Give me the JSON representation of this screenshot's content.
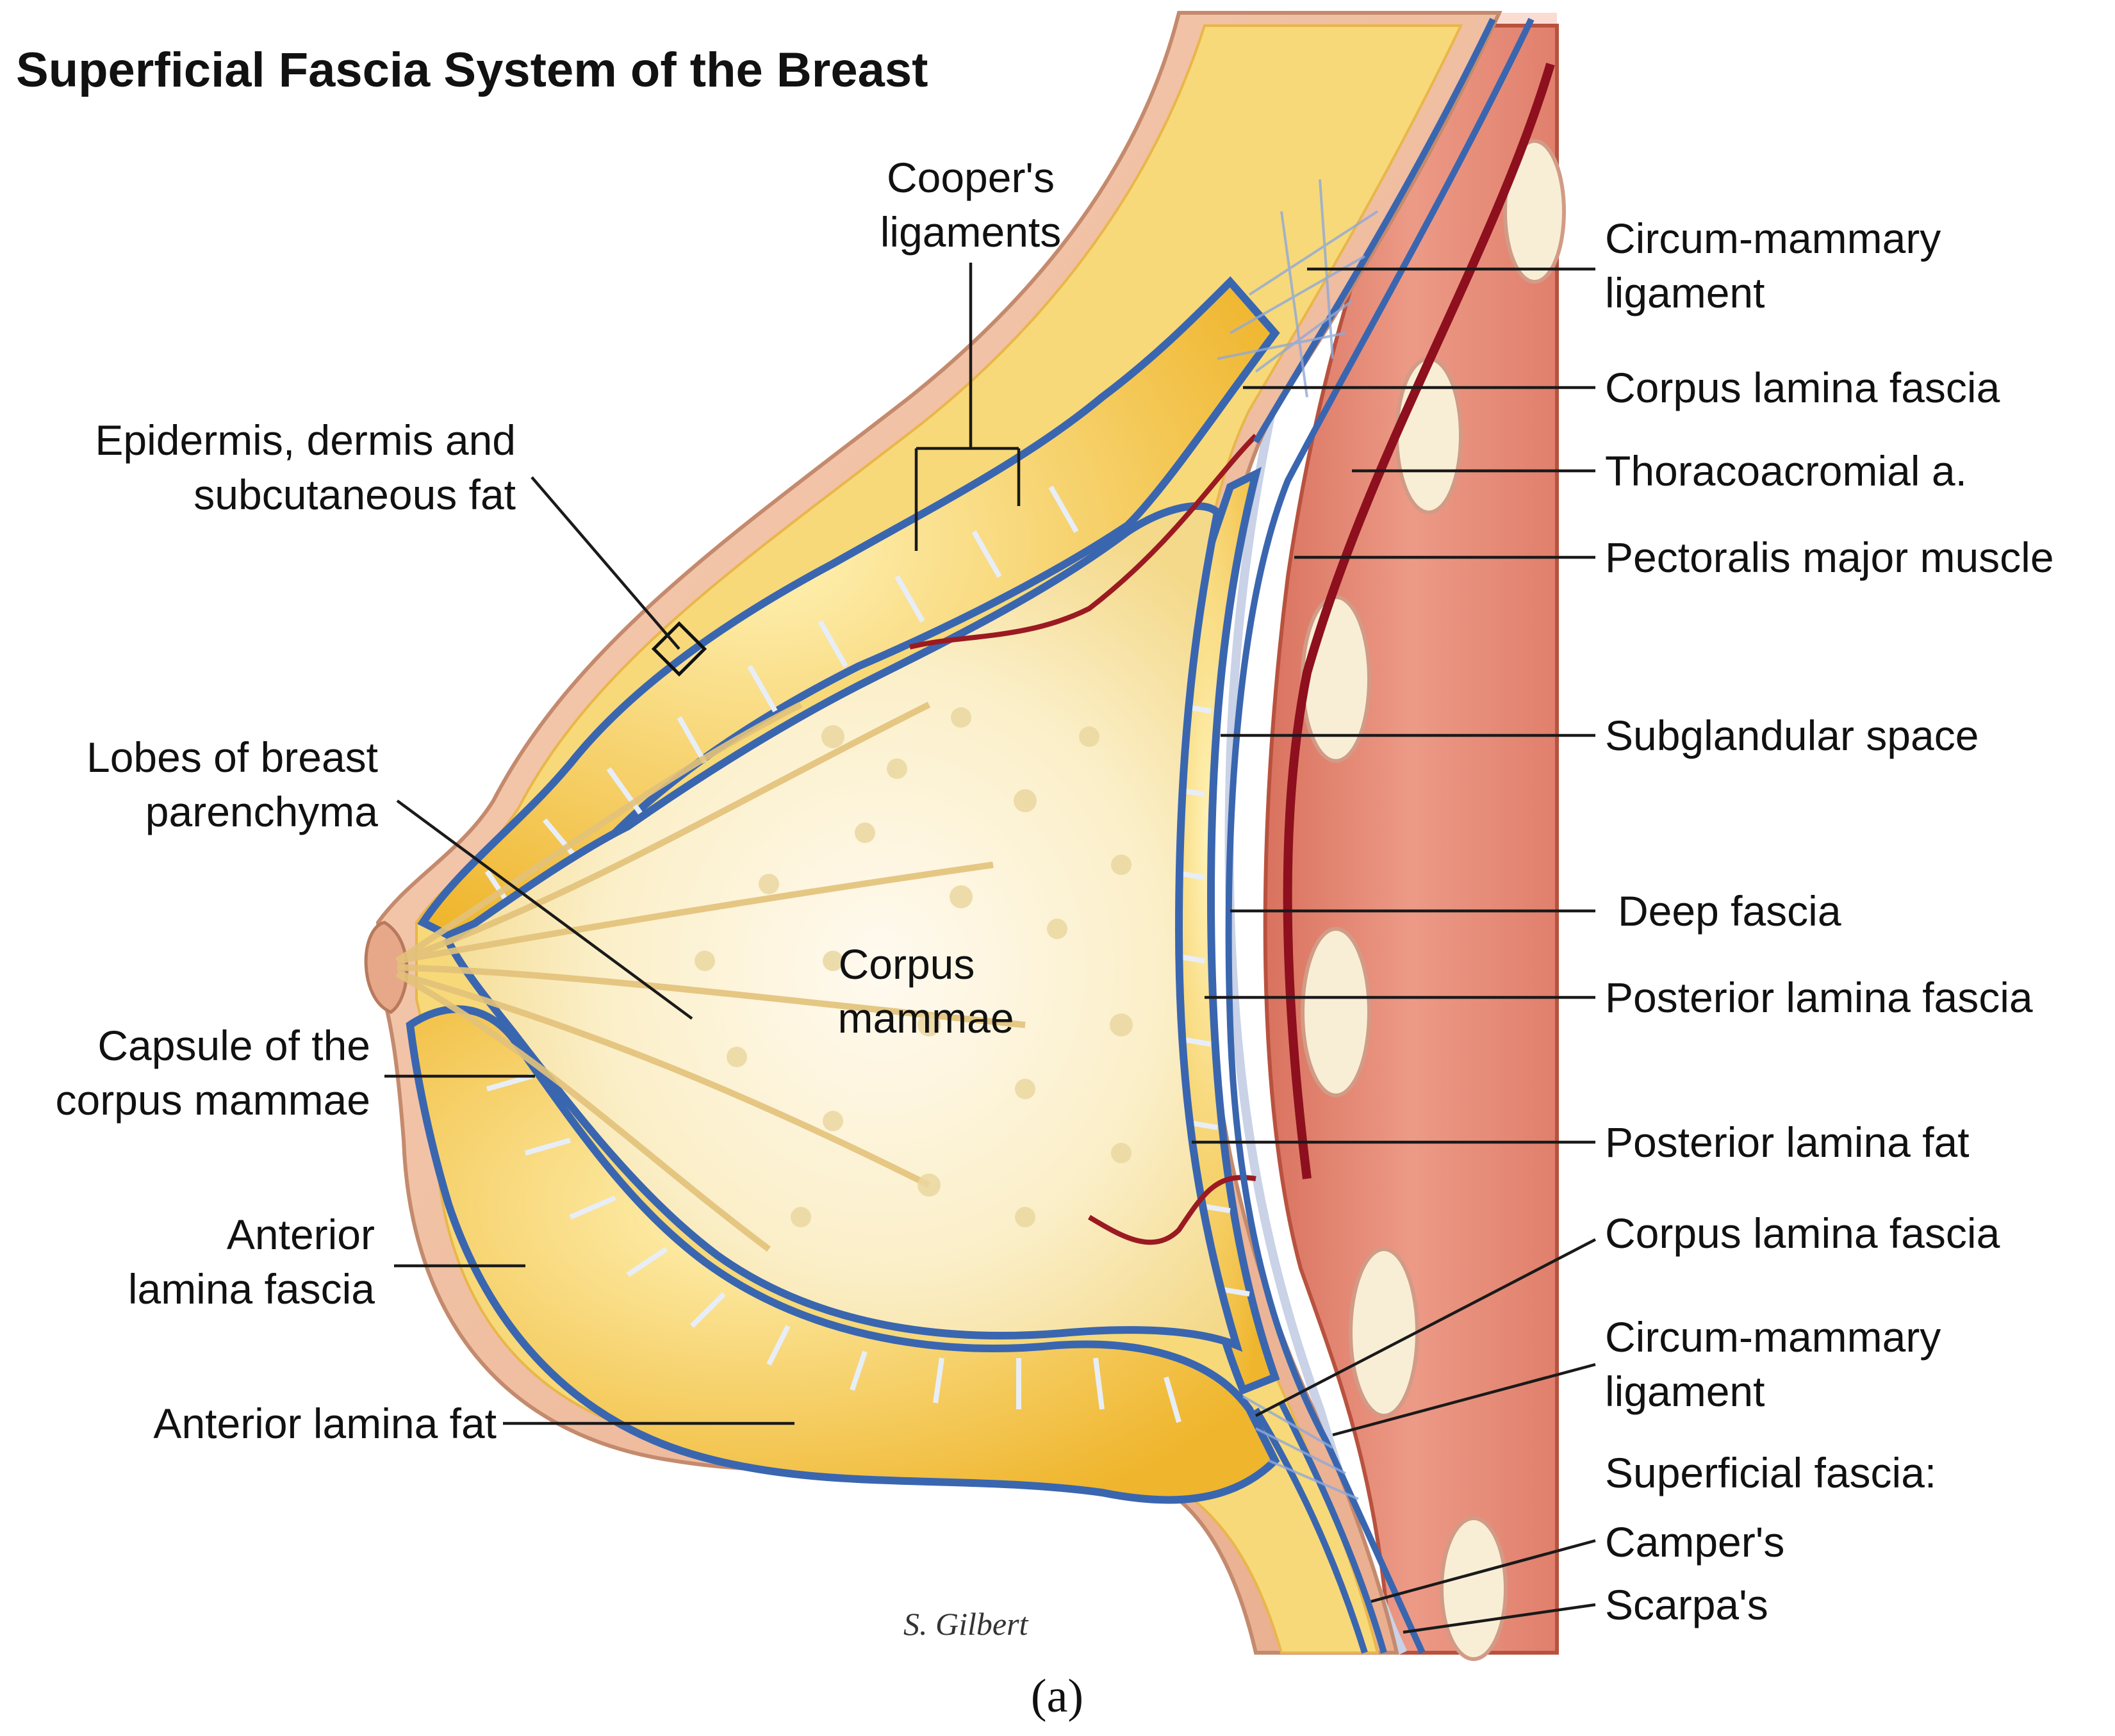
{
  "title": "Superficial Fascia System of the Breast",
  "labels": {
    "coopers_1": "Cooper's",
    "coopers_2": "ligaments",
    "epidermis_1": "Epidermis, dermis and",
    "epidermis_2": "subcutaneous fat",
    "lobes_1": "Lobes of breast",
    "lobes_2": "parenchyma",
    "corpus_1": "Corpus",
    "corpus_2": "mammae",
    "capsule_1": "Capsule of the",
    "capsule_2": "corpus mammae",
    "ant_fascia_1": "Anterior",
    "ant_fascia_2": "lamina fascia",
    "ant_fat": "Anterior lamina fat",
    "circum_top_1": "Circum-mammary",
    "circum_top_2": "ligament",
    "corpus_fascia_top": "Corpus lamina fascia",
    "thoraco": "Thoracoacromial a.",
    "pectoralis": "Pectoralis major muscle",
    "subglandular": "Subglandular space",
    "deep_fascia": "Deep fascia",
    "post_fascia": "Posterior lamina fascia",
    "post_fat": "Posterior lamina fat",
    "corpus_fascia_bottom": "Corpus lamina fascia",
    "circum_bottom_1": "Circum-mammary",
    "circum_bottom_2": "ligament",
    "superficial": "Superficial  fascia:",
    "campers": "Camper's",
    "scarpas": "Scarpa's"
  },
  "signature": "S. Gilbert",
  "caption": "(a)",
  "colors": {
    "skin": "#f3c3a4",
    "skin_edge": "#c98a6a",
    "fat": "#f5c84a",
    "fat_light": "#fbe59a",
    "fascia_blue": "#3a66b0",
    "muscle": "#e58a78",
    "muscle_dark": "#c45a4c",
    "artery": "#9b1020",
    "rib": "#f7ecd2",
    "chest_bg": "#fbd9cf",
    "gland": "#fbf1cf"
  }
}
